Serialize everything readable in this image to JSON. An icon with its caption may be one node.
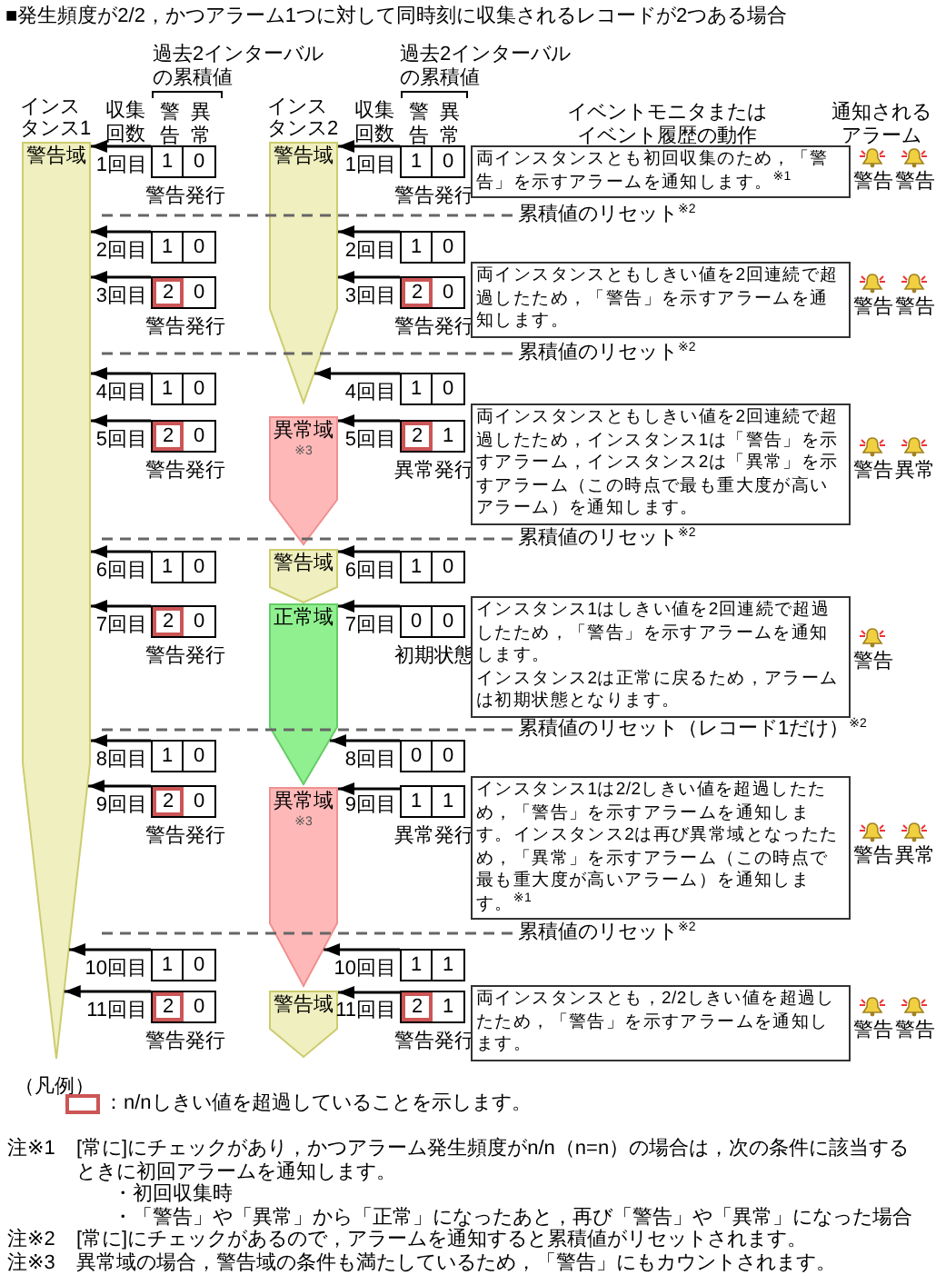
{
  "diagram": {
    "title": "■発生頻度が2/2，かつアラーム1つに対して同時刻に収集されるレコードが2つある場合",
    "nodes": [
      {
        "text": [
          "インスタンス1",
          "警告域"
        ]
      },
      {
        "text": [
          "インスタンス2",
          "警告域"
        ]
      },
      {
        "text": [
          "異常域",
          "※3"
        ]
      },
      {
        "text": [
          "警告域"
        ]
      },
      {
        "text": [
          "正常域"
        ]
      },
      {
        "text": [
          "異常域",
          "※3"
        ]
      },
      {
        "text": [
          "警告域"
        ]
      },
      {
        "text": [
          "1",
          "0"
        ],
        "beside": [
          "1回目",
          "警告発行"
        ]
      },
      {
        "text": [
          "1",
          "0"
        ],
        "beside": [
          "2回目"
        ]
      },
      {
        "text": [
          "2",
          "0"
        ],
        "beside": [
          "3回目",
          "警告発行"
        ]
      },
      {
        "text": [
          "1",
          "0"
        ],
        "beside": [
          "4回目"
        ]
      },
      {
        "text": [
          "2",
          "0"
        ],
        "beside": [
          "5回目",
          "警告発行"
        ]
      },
      {
        "text": [
          "1",
          "0"
        ],
        "beside": [
          "6回目"
        ]
      },
      {
        "text": [
          "2",
          "0"
        ],
        "beside": [
          "7回目",
          "警告発行"
        ]
      },
      {
        "text": [
          "1",
          "0"
        ],
        "beside": [
          "8回目"
        ]
      },
      {
        "text": [
          "2",
          "0"
        ],
        "beside": [
          "9回目",
          "警告発行"
        ]
      },
      {
        "text": [
          "1",
          "0"
        ],
        "beside": [
          "10回目"
        ]
      },
      {
        "text": [
          "2",
          "0"
        ],
        "beside": [
          "11回目",
          "警告発行"
        ]
      },
      {
        "text": [
          "1",
          "0"
        ],
        "beside": [
          "1回目",
          "警告発行"
        ]
      },
      {
        "text": [
          "1",
          "0"
        ],
        "beside": [
          "2回目"
        ]
      },
      {
        "text": [
          "2",
          "0"
        ],
        "beside": [
          "3回目",
          "警告発行"
        ]
      },
      {
        "text": [
          "1",
          "0"
        ],
        "beside": [
          "4回目"
        ]
      },
      {
        "text": [
          "2",
          "1"
        ],
        "beside": [
          "5回目",
          "異常発行"
        ]
      },
      {
        "text": [
          "1",
          "0"
        ],
        "beside": [
          "6回目"
        ]
      },
      {
        "text": [
          "0",
          "0"
        ],
        "beside": [
          "7回目",
          "初期状態"
        ]
      },
      {
        "text": [
          "0",
          "0"
        ],
        "beside": [
          "8回目"
        ]
      },
      {
        "text": [
          "1",
          "1"
        ],
        "beside": [
          "9回目",
          "異常発行"
        ]
      },
      {
        "text": [
          "1",
          "1"
        ],
        "beside": [
          "10回目"
        ]
      },
      {
        "text": [
          "2",
          "1"
        ],
        "beside": [
          "11回目",
          "警告発行"
        ]
      },
      {
        "text": [
          "両インスタンスとも初回収集のため，「警告」を示すアラームを通知します。$^{※1}$"
        ]
      },
      {
        "text": [
          "両インスタンスともしきい値を2回連続で超過したため，「警告」を示すアラームを通知します。"
        ]
      },
      {
        "text": [
          "両インスタンスともしきい値を2回連続で超過したため，インスタンス1は「警告」を示すアラーム，インスタンス2は「異常」を示すアラーム（この時点で最も重大度が高いアラーム）を通知します。"
        ]
      },
      {
        "text": [
          "インスタンス1はしきい値を2回連続で超過したため，「警告」を示すアラームを通知します。",
          "インスタンス2は正常に戻るため，アラームは初期状態となります。"
        ]
      },
      {
        "text": [
          "インスタンス1は2/2しきい値を超過したため，「警告」を示すアラームを通知します。インスタンス2は再び異常域となったため，「異常」を示すアラーム（この時点で最も重大度が高いアラーム）を通知します。$^{※1}$"
        ]
      },
      {
        "text": [
          "両インスタンスとも，2/2しきい値を超過したため，「警告」を示すアラームを通知します。"
        ]
      }
    ],
    "edges": [
      {
        "from": 7,
        "to": 0,
        "arrow": "to"
      },
      {
        "from": 8,
        "to": 0,
        "arrow": "to"
      },
      {
        "from": 9,
        "to": 0,
        "arrow": "to"
      },
      {
        "from": 10,
        "to": 0,
        "arrow": "to"
      },
      {
        "from": 11,
        "to": 0,
        "arrow": "to"
      },
      {
        "from": 12,
        "to": 0,
        "arrow": "to"
      },
      {
        "from": 13,
        "to": 0,
        "arrow": "to"
      },
      {
        "from": 14,
        "to": 0,
        "arrow": "to"
      },
      {
        "from": 15,
        "to": 0,
        "arrow": "to"
      },
      {
        "from": 16,
        "to": 0,
        "arrow": "to"
      },
      {
        "from": 17,
        "to": 0,
        "arrow": "to"
      },
      {
        "from": 18,
        "to": 1,
        "arrow": "to"
      },
      {
        "from": 19,
        "to": 1,
        "arrow": "to"
      },
      {
        "from": 20,
        "to": 1,
        "arrow": "to"
      },
      {
        "from": 21,
        "to": 1,
        "arrow": "to"
      },
      {
        "from": 22,
        "to": 2,
        "arrow": "to"
      },
      {
        "from": 23,
        "to": 3,
        "arrow": "to"
      },
      {
        "from": 24,
        "to": 4,
        "arrow": "to"
      },
      {
        "from": 25,
        "to": 4,
        "arrow": "to"
      },
      {
        "from": 26,
        "to": 5,
        "arrow": "to"
      },
      {
        "from": 27,
        "to": 5,
        "arrow": "to"
      },
      {
        "from": 28,
        "to": 6,
        "arrow": "to"
      }
    ],
    "labels": [
      "過去2インターバルの累積値",
      "過去2インターバルの累積値",
      "収集回数",
      "警告",
      "異常",
      "収集回数",
      "警告",
      "異常",
      "イベントモニタまたはイベント履歴の動作",
      "通知されるアラーム",
      "警告",
      "警告",
      "累積値のリセット$^{※2}$",
      "警告",
      "警告",
      "累積値のリセット$^{※2}$",
      "警告",
      "異常",
      "累積値のリセット$^{※2}$",
      "警告",
      "累積値のリセット（レコード1だけ）$^{※2}$",
      "警告",
      "異常",
      "累積値のリセット$^{※2}$",
      "警告",
      "警告",
      "（凡例）",
      "注※1",
      "[常に]にチェックがあり，かつアラーム発生頻度がn/n（n=n）の場合は，次の条件に該当するときに初回アラームを通知します。",
      "・初回収集時",
      "・「警告」や「異常」から「正常」になったあと，再び「警告」や「異常」になった場合",
      "注※2",
      "[常に]にチェックがあるので，アラームを通知すると累積値がリセットされます。",
      "注※3",
      "異常域の場合，警告域の条件も満たしているため，「警告」にもカウントされます。"
    ],
    "legend": [
      {
        "text": "：n/nしきい値を超過していることを示します。"
      }
    ]
  }
}
